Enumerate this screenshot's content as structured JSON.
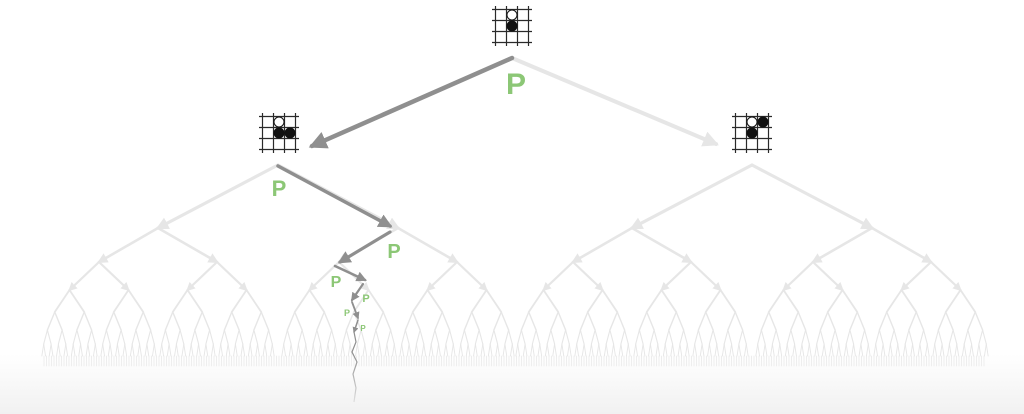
{
  "diagram": {
    "policy_label": "P",
    "colors": {
      "background": "#ffffff",
      "highlight_path": "#8f8f8f",
      "faded_tree": "#e6e6e6",
      "policy_label": "#8cc776",
      "board_lines": "#2a2a2a",
      "black_stone": "#111111",
      "white_stone": "#ffffff"
    },
    "boards": [
      {
        "id": "root",
        "stones": [
          "white-top",
          "black-center"
        ]
      },
      {
        "id": "chosen-child",
        "stones": [
          "white-top",
          "black-center",
          "black-right"
        ]
      },
      {
        "id": "other-child",
        "stones": [
          "white-top",
          "black-center",
          "black-top-right"
        ]
      }
    ]
  }
}
